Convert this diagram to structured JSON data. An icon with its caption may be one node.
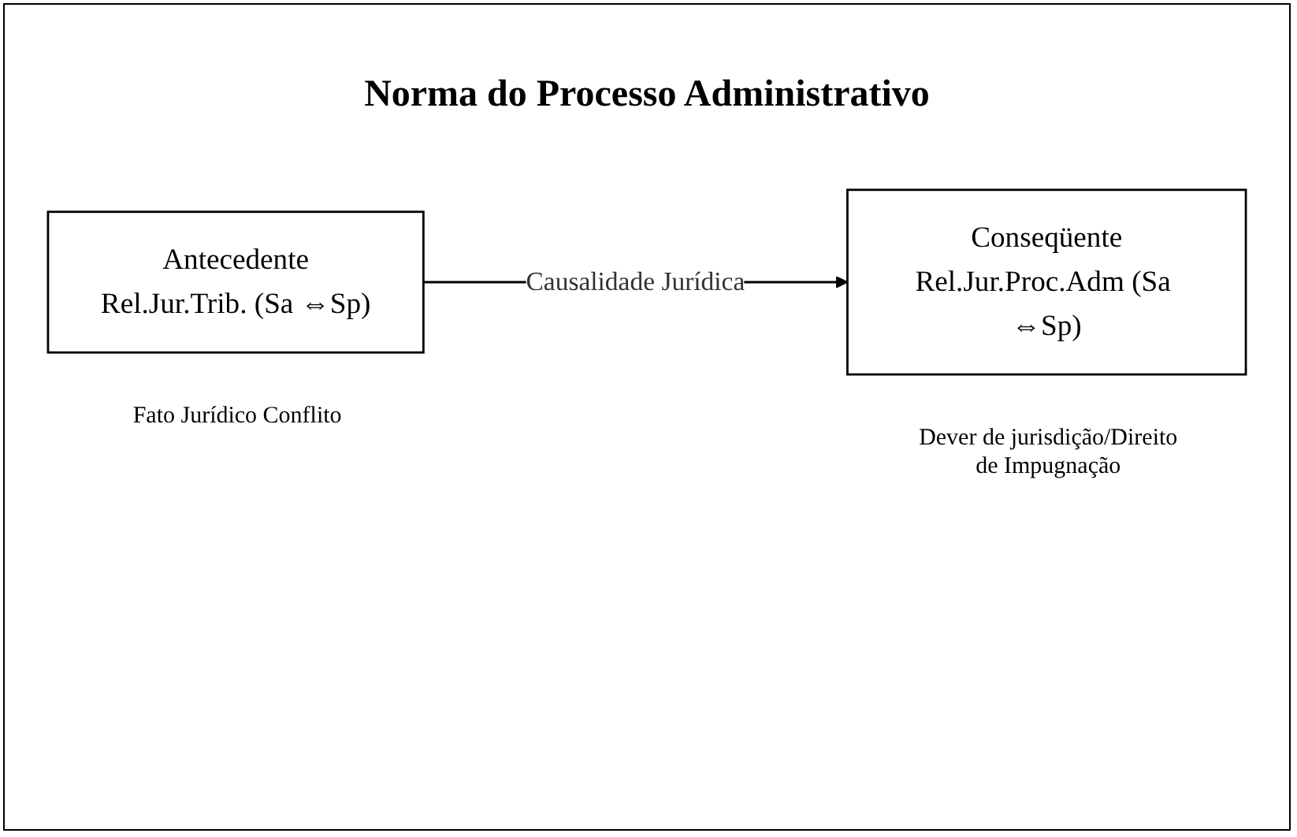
{
  "diagram": {
    "title": "Norma do Processo Administrativo",
    "nodes": [
      {
        "text": [
          "Antecedente",
          "Rel.Jur.Trib. (Sa ⇔Sp)"
        ],
        "beside": [
          "Fato Jurídico Conflito"
        ]
      },
      {
        "text": [
          "Conseqüente",
          "Rel.Jur.Proc.Adm (Sa ⇔Sp)"
        ],
        "beside": [
          "Dever de jurisdição/Direito de Impugnação"
        ]
      }
    ],
    "edges": [
      {
        "from": 0,
        "to": 1,
        "arrow": "to",
        "label": "Causalidade Jurídica"
      }
    ]
  }
}
